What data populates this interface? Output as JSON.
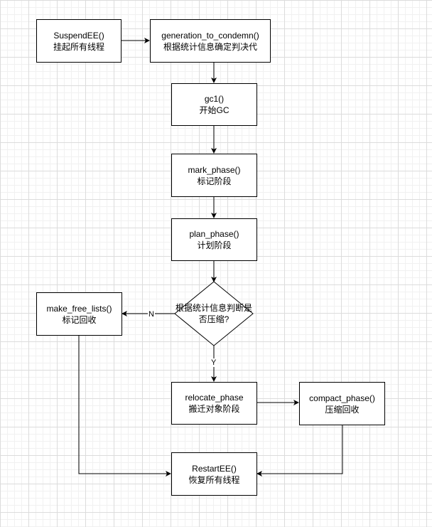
{
  "nodes": {
    "suspend": {
      "line1": "SuspendEE()",
      "line2": "挂起所有线程"
    },
    "generation": {
      "line1": "generation_to_condemn()",
      "line2": "根据统计信息确定判决代"
    },
    "gc1": {
      "line1": "gc1()",
      "line2": "开始GC"
    },
    "mark": {
      "line1": "mark_phase()",
      "line2": "标记阶段"
    },
    "plan": {
      "line1": "plan_phase()",
      "line2": "计划阶段"
    },
    "decision": {
      "line1": "根据统计信息判断是",
      "line2": "否压缩?"
    },
    "free_lists": {
      "line1": "make_free_lists()",
      "line2": "标记回收"
    },
    "relocate": {
      "line1": "relocate_phase",
      "line2": "搬迁对象阶段"
    },
    "compact": {
      "line1": "compact_phase()",
      "line2": "压缩回收"
    },
    "restart": {
      "line1": "RestartEE()",
      "line2": "恢复所有线程"
    }
  },
  "edge_labels": {
    "no": "N",
    "yes": "Y"
  },
  "colors": {
    "stroke": "#000000",
    "fill": "#ffffff",
    "grid": "#dcdcdc"
  }
}
